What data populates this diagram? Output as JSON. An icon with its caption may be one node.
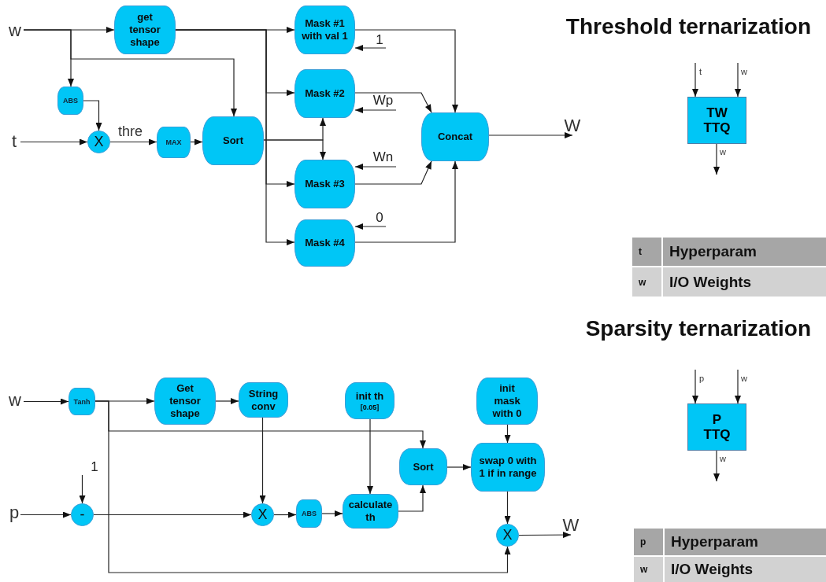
{
  "diagram": {
    "nodes": [
      {
        "text": [
          "w"
        ]
      },
      {
        "text": [
          "get tensor shape"
        ]
      },
      {
        "text": [
          "ABS"
        ]
      },
      {
        "text": [
          "t"
        ]
      },
      {
        "text": [
          "X"
        ]
      },
      {
        "text": [
          "MAX"
        ]
      },
      {
        "text": [
          "Sort"
        ]
      },
      {
        "text": [
          "Mask #1 with val 1"
        ]
      },
      {
        "text": [
          "1"
        ]
      },
      {
        "text": [
          "Mask #2"
        ]
      },
      {
        "text": [
          "Wp"
        ]
      },
      {
        "text": [
          "Mask #3"
        ]
      },
      {
        "text": [
          "Wn"
        ]
      },
      {
        "text": [
          "0"
        ]
      },
      {
        "text": [
          "Mask #4"
        ]
      },
      {
        "text": [
          "Concat"
        ]
      },
      {
        "text": [
          "W"
        ]
      },
      {
        "text": [
          "TW TTQ"
        ]
      },
      {
        "text": [
          "w"
        ]
      },
      {
        "text": [
          "Tanh"
        ]
      },
      {
        "text": [
          "Get tensor shape"
        ]
      },
      {
        "text": [
          "String conv"
        ]
      },
      {
        "text": [
          "init th",
          "[0.05]"
        ]
      },
      {
        "text": [
          "init mask with 0"
        ]
      },
      {
        "text": [
          "1"
        ]
      },
      {
        "text": [
          "p"
        ]
      },
      {
        "text": [
          "-"
        ]
      },
      {
        "text": [
          "X"
        ]
      },
      {
        "text": [
          "ABS"
        ]
      },
      {
        "text": [
          "calculate th"
        ]
      },
      {
        "text": [
          "Sort"
        ]
      },
      {
        "text": [
          "swap 0 with 1 if in range"
        ]
      },
      {
        "text": [
          "X"
        ]
      },
      {
        "text": [
          "W"
        ]
      },
      {
        "text": [
          "P TTQ"
        ]
      }
    ],
    "edges": [
      {
        "from": 0,
        "to": 1,
        "arrow": "to"
      },
      {
        "from": 0,
        "to": 2,
        "arrow": "to"
      },
      {
        "from": 0,
        "to": 6,
        "arrow": "to"
      },
      {
        "from": 1,
        "to": 7,
        "arrow": "to"
      },
      {
        "from": 1,
        "to": 9,
        "arrow": "to"
      },
      {
        "from": 1,
        "to": 11,
        "arrow": "to"
      },
      {
        "from": 1,
        "to": 14,
        "arrow": "to"
      },
      {
        "from": 3,
        "to": 4,
        "arrow": "to"
      },
      {
        "from": 2,
        "to": 4,
        "arrow": "to"
      },
      {
        "from": 4,
        "to": 5,
        "arrow": "to",
        "label": "thre"
      },
      {
        "from": 5,
        "to": 6,
        "arrow": "to"
      },
      {
        "from": 6,
        "to": 9,
        "arrow": "to"
      },
      {
        "from": 6,
        "to": 11,
        "arrow": "to"
      },
      {
        "from": 7,
        "to": 15,
        "arrow": "to"
      },
      {
        "from": 8,
        "to": 7,
        "arrow": "to"
      },
      {
        "from": 9,
        "to": 15,
        "arrow": "to"
      },
      {
        "from": 10,
        "to": 9,
        "arrow": "to"
      },
      {
        "from": 12,
        "to": 11,
        "arrow": "to"
      },
      {
        "from": 11,
        "to": 15,
        "arrow": "to"
      },
      {
        "from": 13,
        "to": 14,
        "arrow": "to"
      },
      {
        "from": 14,
        "to": 15,
        "arrow": "to"
      },
      {
        "from": 15,
        "to": 16,
        "arrow": "to"
      },
      {
        "from": null,
        "to": 17,
        "arrow": "to",
        "label": "t"
      },
      {
        "from": null,
        "to": 17,
        "arrow": "to",
        "label": "w"
      },
      {
        "from": 17,
        "to": null,
        "arrow": "to",
        "label": "w"
      },
      {
        "from": 18,
        "to": 19,
        "arrow": "to"
      },
      {
        "from": 19,
        "to": 20,
        "arrow": "to"
      },
      {
        "from": 20,
        "to": 21,
        "arrow": "to"
      },
      {
        "from": 19,
        "to": 30,
        "arrow": "to"
      },
      {
        "from": 19,
        "to": 32,
        "arrow": "to"
      },
      {
        "from": 21,
        "to": 27,
        "arrow": "to"
      },
      {
        "from": 24,
        "to": 26,
        "arrow": "to"
      },
      {
        "from": 25,
        "to": 26,
        "arrow": "to"
      },
      {
        "from": 26,
        "to": 27,
        "arrow": "to"
      },
      {
        "from": 27,
        "to": 28,
        "arrow": "to"
      },
      {
        "from": 28,
        "to": 29,
        "arrow": "to"
      },
      {
        "from": 22,
        "to": 29,
        "arrow": "to"
      },
      {
        "from": 29,
        "to": 30,
        "arrow": "to"
      },
      {
        "from": 30,
        "to": 31,
        "arrow": "to"
      },
      {
        "from": 23,
        "to": 31,
        "arrow": "to"
      },
      {
        "from": 31,
        "to": 32,
        "arrow": "to"
      },
      {
        "from": 32,
        "to": 33,
        "arrow": "to"
      },
      {
        "from": null,
        "to": 34,
        "arrow": "to",
        "label": "p"
      },
      {
        "from": null,
        "to": 34,
        "arrow": "to",
        "label": "w"
      },
      {
        "from": 34,
        "to": null,
        "arrow": "to",
        "label": "w"
      }
    ],
    "labels": [
      "Threshold ternarization",
      "t",
      "Hyperparam",
      "w",
      "I/O Weights",
      "Sparsity ternarization",
      "p",
      "Hyperparam",
      "w",
      "I/O Weights"
    ]
  }
}
